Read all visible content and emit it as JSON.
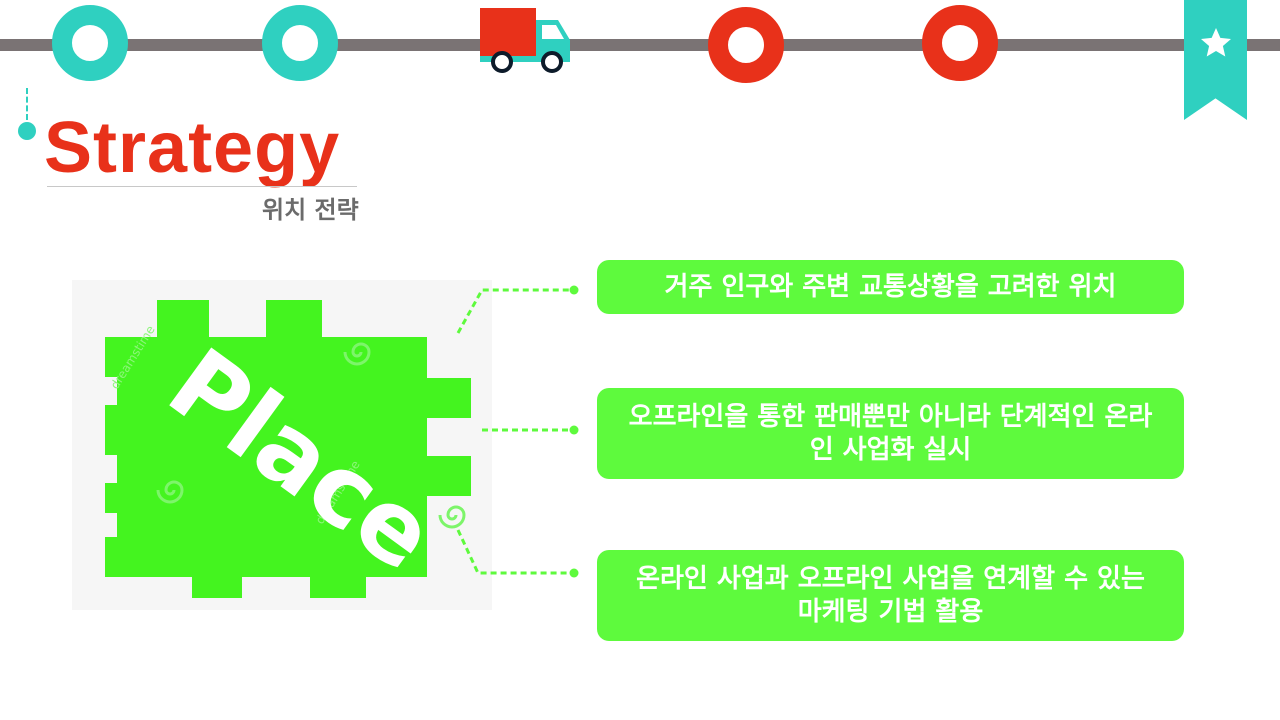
{
  "header": {
    "title": "Strategy",
    "subtitle": "위치 전략"
  },
  "timeline": {
    "icons": [
      "circle-ring-icon",
      "circle-ring-icon",
      "truck-icon",
      "circle-ring-icon",
      "circle-ring-icon"
    ],
    "bookmark_icon": "star-icon"
  },
  "graphic": {
    "label": "Place",
    "watermark": "dreamstime"
  },
  "points": [
    {
      "text": "거주 인구와 주변 교통상황을 고려한 위치"
    },
    {
      "text": "오프라인을 통한 판매뿐만 아니라 단계적인 온라인 사업화 실시"
    },
    {
      "text": "온라인 사업과 오프라인 사업을 연계할 수 있는 마케팅 기법 활용"
    }
  ],
  "colors": {
    "teal": "#2fd0c0",
    "red": "#e8311a",
    "green": "#5efa3d",
    "track": "#7a7374"
  }
}
